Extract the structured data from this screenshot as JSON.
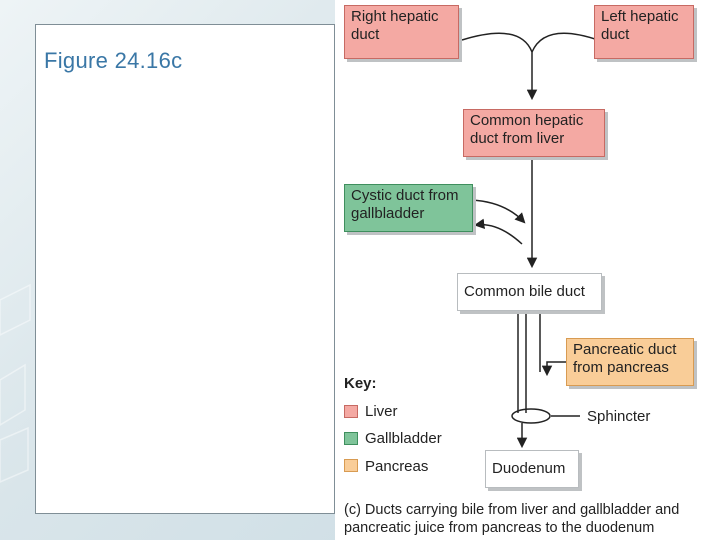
{
  "slide": {
    "title": "Figure 24.16c"
  },
  "boxes": {
    "right_hepatic": "Right hepatic duct",
    "left_hepatic": "Left hepatic duct",
    "common_hepatic": "Common hepatic duct from liver",
    "cystic": "Cystic duct from gallbladder",
    "common_bile": "Common bile duct",
    "pancreatic": "Pancreatic duct from pancreas",
    "duodenum": "Duodenum"
  },
  "labels": {
    "sphincter": "Sphincter"
  },
  "key": {
    "title": "Key:",
    "items": [
      {
        "label": "Liver",
        "color": "#f4a9a3"
      },
      {
        "label": "Gallbladder",
        "color": "#7fc49a"
      },
      {
        "label": "Pancreas",
        "color": "#f9cd98"
      }
    ]
  },
  "caption": "(c) Ducts carrying bile from liver and gallbladder and pancreatic juice from pancreas to the duodenum",
  "colors": {
    "liver": "#f4a9a3",
    "gallbladder": "#7fc49a",
    "pancreas": "#f9cd98",
    "title": "#3a77a6"
  }
}
